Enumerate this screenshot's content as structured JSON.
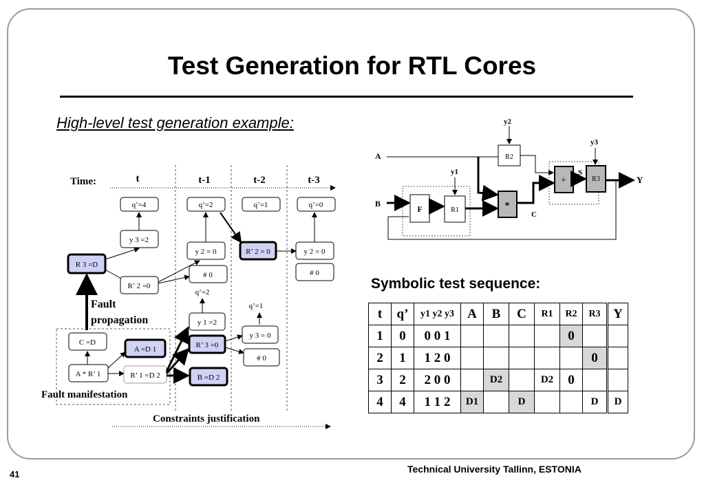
{
  "slide": {
    "title": "Test Generation for RTL Cores",
    "subtitle": "High-level test generation example:",
    "sequence_title": "Symbolic test sequence:",
    "slide_number": "41",
    "footer": "Technical University Tallinn, ESTONIA"
  },
  "timeline": {
    "time_label": "Time:",
    "columns": [
      "t",
      "t-1",
      "t-2",
      "t-3"
    ],
    "nodes": {
      "q4": "q’=4",
      "q2": "q’=2",
      "q1": "q’=1",
      "q0": "q’=0",
      "y3eq2": "y 3 =2",
      "y2eq0a": "y 2 = 0",
      "r2eq0": "R’ 2 = 0",
      "y2eq0b": "y 2 = 0",
      "r3eqD": "R 3 =D",
      "r2zero": "R’ 2 =0",
      "hash0a": "# 0",
      "hash0b": "# 0",
      "q2free": "q’=2",
      "q1free": "q’=1",
      "y1eq2": "y 1 =2",
      "y3eq0": "y 3 = 0",
      "ceqD": "C =D",
      "aeqD": "A =D 1",
      "r3eq0": "R’ 3 =0",
      "hash0c": "# 0",
      "amulr": "A * R’ 1",
      "r1eqD": "R’ 1 =D 2",
      "beqD": "B =D 2"
    },
    "fault_propagation": "Fault propagation",
    "fault_manifestation": "Fault manifestation",
    "constraints": "Constraints justification"
  },
  "circuit": {
    "inputs": {
      "a": "A",
      "b": "B"
    },
    "y2": "y2",
    "y1": "y1",
    "y3": "y3",
    "r2": "R2",
    "r1": "R1",
    "r3": "R3",
    "f": "F",
    "mult": "*",
    "add": "+",
    "c": "C",
    "s": "S",
    "out": "Y"
  },
  "table": {
    "headers": [
      "t",
      "q’",
      "y1 y2 y3",
      "A",
      "B",
      "C",
      "R1",
      "R2",
      "R3",
      "Y"
    ],
    "rows": [
      [
        "1",
        "0",
        "0 0 1",
        "",
        "",
        "",
        "",
        "0",
        "",
        ""
      ],
      [
        "2",
        "1",
        "1 2 0",
        "",
        "",
        "",
        "",
        "",
        "0",
        ""
      ],
      [
        "3",
        "2",
        "2 0 0",
        "",
        "D2",
        "",
        "D2",
        "0",
        "",
        ""
      ],
      [
        "4",
        "4",
        "1 1 2",
        "D1",
        "",
        "D",
        "",
        "",
        "D",
        "D"
      ]
    ]
  }
}
